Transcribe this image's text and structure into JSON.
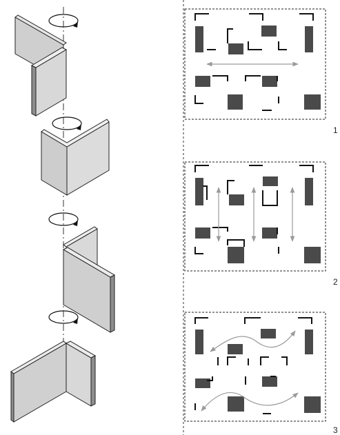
{
  "figure": {
    "left_column": {
      "description_free": true,
      "modules": [
        {
          "rotation_icon": "rotate-arrow-icon"
        },
        {
          "rotation_icon": "rotate-arrow-icon"
        },
        {
          "rotation_icon": "rotate-arrow-icon"
        },
        {
          "rotation_icon": "rotate-arrow-icon"
        }
      ]
    },
    "plans": [
      {
        "number": "1",
        "flow": "horizontal-arrow"
      },
      {
        "number": "2",
        "flow": "vertical-arrows"
      },
      {
        "number": "3",
        "flow": "curved-arrows"
      }
    ],
    "colors": {
      "panel_face": "#d4d4d4",
      "panel_edge": "#9a9a9a",
      "solid_block": "#4a4a4a",
      "wall_line": "#111111",
      "arrow": "#9a9a9a"
    }
  }
}
